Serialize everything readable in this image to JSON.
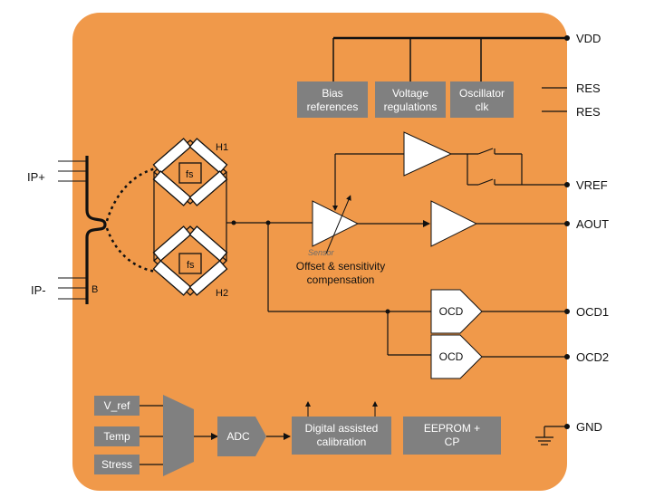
{
  "pins": {
    "vdd": "VDD",
    "res1": "RES",
    "res2": "RES",
    "vref": "VREF",
    "aout": "AOUT",
    "ocd1": "OCD1",
    "ocd2": "OCD2",
    "gnd": "GND",
    "ip_plus": "IP+",
    "ip_minus": "IP-"
  },
  "conductor_label": "B",
  "hall": {
    "h1": "H1",
    "h2": "H2",
    "fs1": "fs",
    "fs2": "fs"
  },
  "blocks": {
    "bias": [
      "Bias",
      "references"
    ],
    "voltage": [
      "Voltage",
      "regulations"
    ],
    "oscillator": [
      "Oscillator",
      "clk"
    ],
    "ocd1": "OCD",
    "ocd2": "OCD",
    "v_ref": "V_ref",
    "temp": "Temp",
    "stress": "Stress",
    "adc": "ADC",
    "digital": [
      "Digital assisted",
      "calibration"
    ],
    "eeprom": [
      "EEPROM +",
      "CP"
    ]
  },
  "amp_sensor_label": "Sensor",
  "compensation": [
    "Offset & sensitivity",
    "compensation"
  ],
  "colors": {
    "die": "#f0994a",
    "block": "#808080",
    "amp": "#ffffff",
    "wire": "#111111"
  }
}
